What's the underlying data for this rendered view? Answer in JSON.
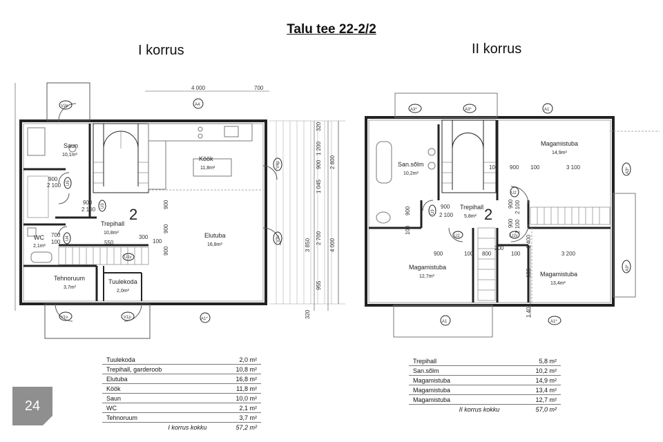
{
  "title": "Talu tee 22-2/2",
  "floor1": {
    "label": "I korrus",
    "rooms": {
      "saun": {
        "name": "Saun",
        "area": "10,1m²"
      },
      "kook": {
        "name": "Köök",
        "area": "11,8m²"
      },
      "wc": {
        "name": "WC",
        "area": "2,1m²"
      },
      "trepihall": {
        "name": "Trepihall",
        "area": "10,8m²"
      },
      "elutuba": {
        "name": "Elutuba",
        "area": "16,8m²"
      },
      "tehnoruum": {
        "name": "Tehnoruum",
        "area": "3,7m²"
      },
      "tuulekoda": {
        "name": "Tuulekoda",
        "area": "2,0m²"
      }
    },
    "unit_number": "2",
    "dims": {
      "top_a": "4 000",
      "top_b": "700",
      "r1": "320",
      "r2": "1 200",
      "r3": "2 800",
      "r4": "900",
      "r5": "1 045",
      "r6": "3 850",
      "r7": "2 700",
      "r8": "4 000",
      "r9": "955",
      "r10": "320",
      "d900": "900",
      "d2100": "2 100",
      "d700": "700",
      "d100": "100",
      "d550": "550",
      "d300": "300"
    },
    "tags": {
      "a4": "A4",
      "a1": "A1*",
      "v2p": "V2p",
      "v1v": "V1v",
      "v1p": "V1p",
      "v4p": "V4p",
      "v3v": "V3v",
      "u5": "U5",
      "u3": "U3",
      "u4": "U4",
      "u1v": "U1v"
    },
    "table": [
      {
        "name": "Tuulekoda",
        "value": "2,0 m²"
      },
      {
        "name": "Trepihall, garderoob",
        "value": "10,8 m²"
      },
      {
        "name": "Elutuba",
        "value": "16,8 m²"
      },
      {
        "name": "Köök",
        "value": "11,8 m²"
      },
      {
        "name": "Saun",
        "value": "10,0 m²"
      },
      {
        "name": "WC",
        "value": "2,1 m²"
      },
      {
        "name": "Tehnoruum",
        "value": "3,7 m²"
      }
    ],
    "total": {
      "name": "I korrus kokku",
      "value": "57,2 m²"
    }
  },
  "floor2": {
    "label": "II korrus",
    "rooms": {
      "sansolm": {
        "name": "San.sõlm",
        "area": "10,2m²"
      },
      "mag1": {
        "name": "Magamistuba",
        "area": "14,9m²"
      },
      "trepihall": {
        "name": "Trepihall",
        "area": "5,8m²"
      },
      "mag2": {
        "name": "Magamistuba",
        "area": "12,7m²"
      },
      "mag3": {
        "name": "Magamistuba",
        "area": "13,4m²"
      }
    },
    "unit_number": "2",
    "dims": {
      "d900": "900",
      "d100": "100",
      "d3100": "3 100",
      "d2100": "2 100",
      "d200": "200",
      "d1400": "1 400",
      "d3200": "3 200"
    },
    "tags": {
      "a3a": "A3*",
      "a3b": "A3*",
      "a1": "A1",
      "a1b": "A1*",
      "a3r": "A3*",
      "u2": "U2",
      "u3": "U3",
      "u2v": "U2v"
    },
    "table": [
      {
        "name": "Trepihall",
        "value": "5,8 m²"
      },
      {
        "name": "San.sõlm",
        "value": "10,2 m²"
      },
      {
        "name": "Magamistuba",
        "value": "14,9 m²"
      },
      {
        "name": "Magamistuba",
        "value": "13,4 m²"
      },
      {
        "name": "Magamistuba",
        "value": "12,7 m²"
      }
    ],
    "total": {
      "name": "II korrus kokku",
      "value": "57,0 m²"
    }
  },
  "page_number": "24"
}
